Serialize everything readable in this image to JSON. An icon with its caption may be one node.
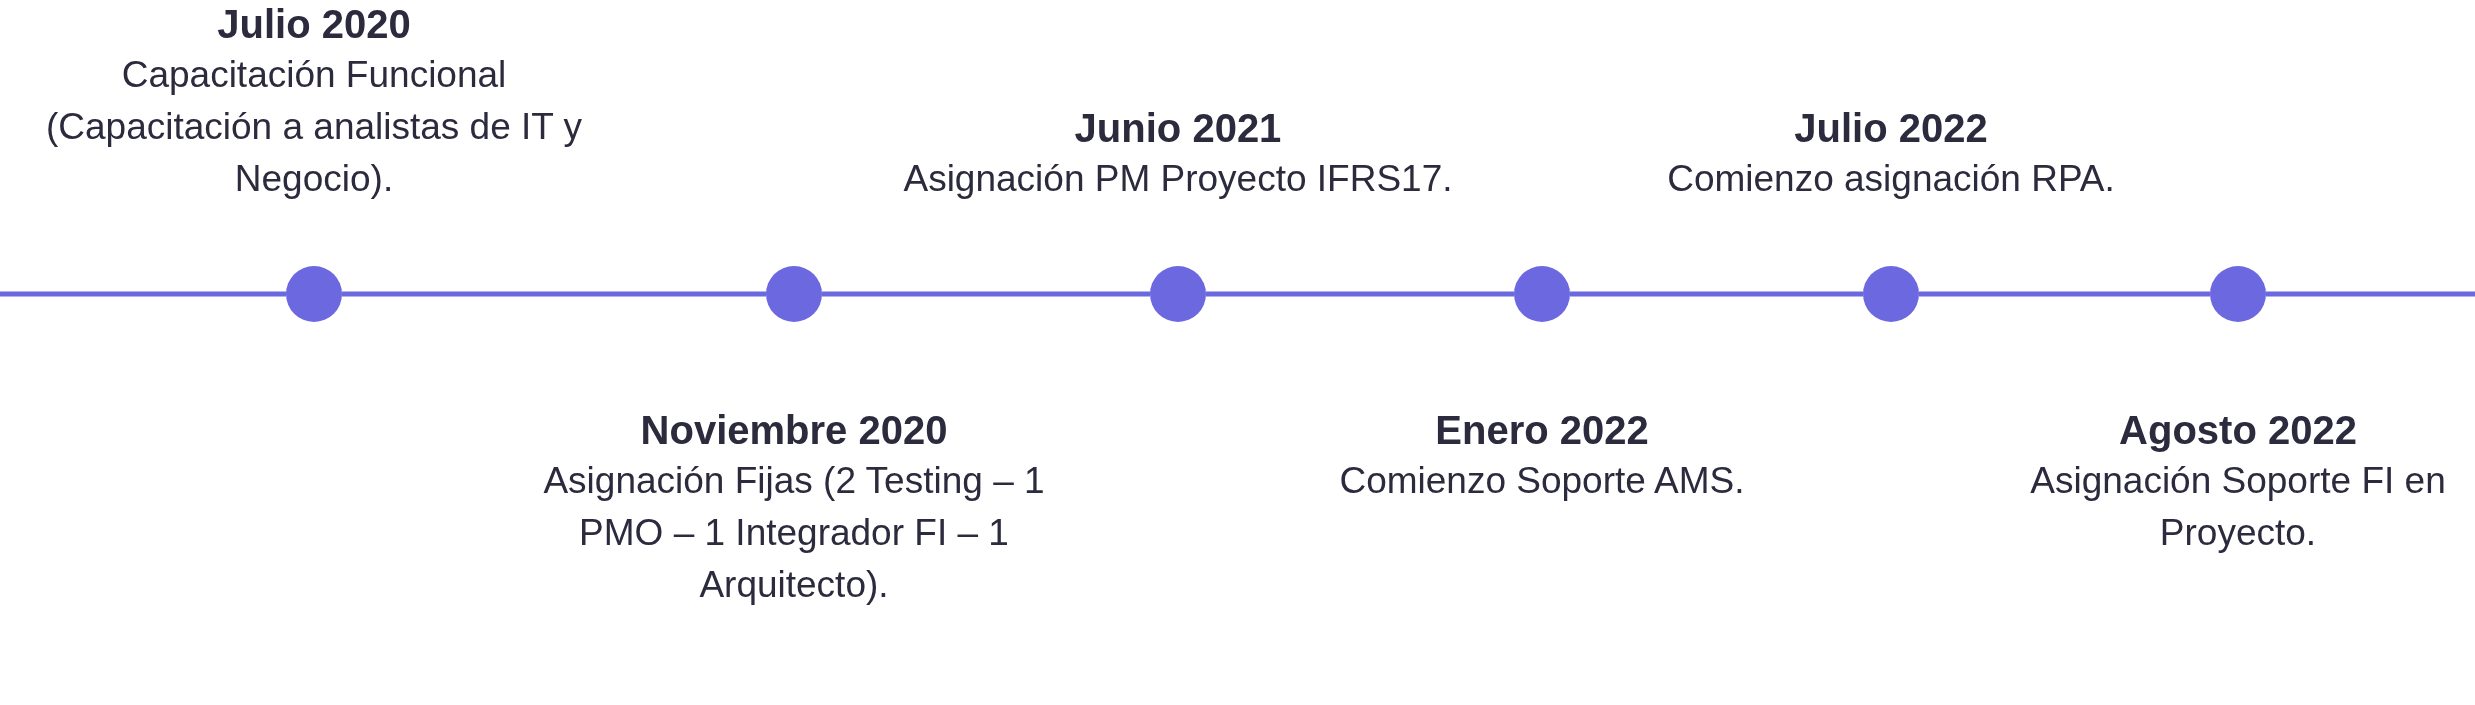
{
  "diagram": {
    "nodes": [
      {
        "text": [],
        "shape": "circle",
        "beside": [
          "Julio 2020",
          "Capacitación Funcional (Capacitación a analistas de IT y Negocio)."
        ]
      },
      {
        "text": [],
        "shape": "circle",
        "beside": [
          "Noviembre 2020",
          "Asignación Fijas (2 Testing – 1 PMO – 1 Integrador FI – 1 Arquitecto)."
        ]
      },
      {
        "text": [],
        "shape": "circle",
        "beside": [
          "Junio 2021",
          "Asignación PM Proyecto IFRS17."
        ]
      },
      {
        "text": [],
        "shape": "circle",
        "beside": [
          "Enero 2022",
          "Comienzo Soporte AMS."
        ]
      },
      {
        "text": [],
        "shape": "circle",
        "beside": [
          "Julio 2022",
          "Comienzo asignación RPA."
        ]
      },
      {
        "text": [],
        "shape": "circle",
        "beside": [
          "Agosto 2022",
          "Asignación Soporte FI en Proyecto."
        ]
      }
    ],
    "edges": [
      {
        "from": null,
        "to": 0,
        "arrow": "none"
      },
      {
        "from": 0,
        "to": 1,
        "arrow": "none"
      },
      {
        "from": 1,
        "to": 2,
        "arrow": "none"
      },
      {
        "from": 2,
        "to": 3,
        "arrow": "none"
      },
      {
        "from": 3,
        "to": 4,
        "arrow": "none"
      },
      {
        "from": 4,
        "to": 5,
        "arrow": "none"
      },
      {
        "from": 5,
        "to": null,
        "arrow": "none"
      }
    ]
  }
}
